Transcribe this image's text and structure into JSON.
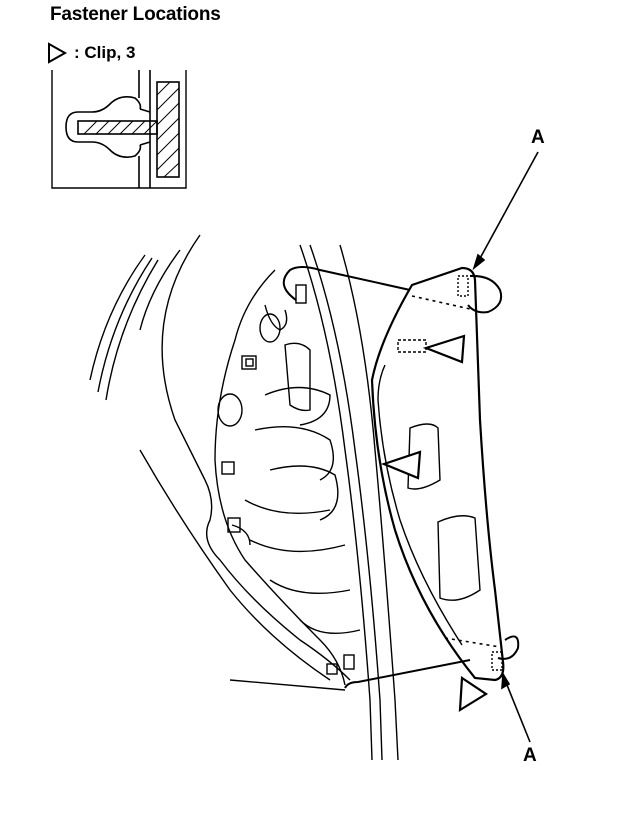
{
  "figure": {
    "title": "Fastener Locations",
    "legend": {
      "symbol": "triangle-outline-icon",
      "label": ": Clip, 3"
    },
    "callouts": [
      "A",
      "A"
    ],
    "line_color": "#000000",
    "background": "#ffffff"
  }
}
